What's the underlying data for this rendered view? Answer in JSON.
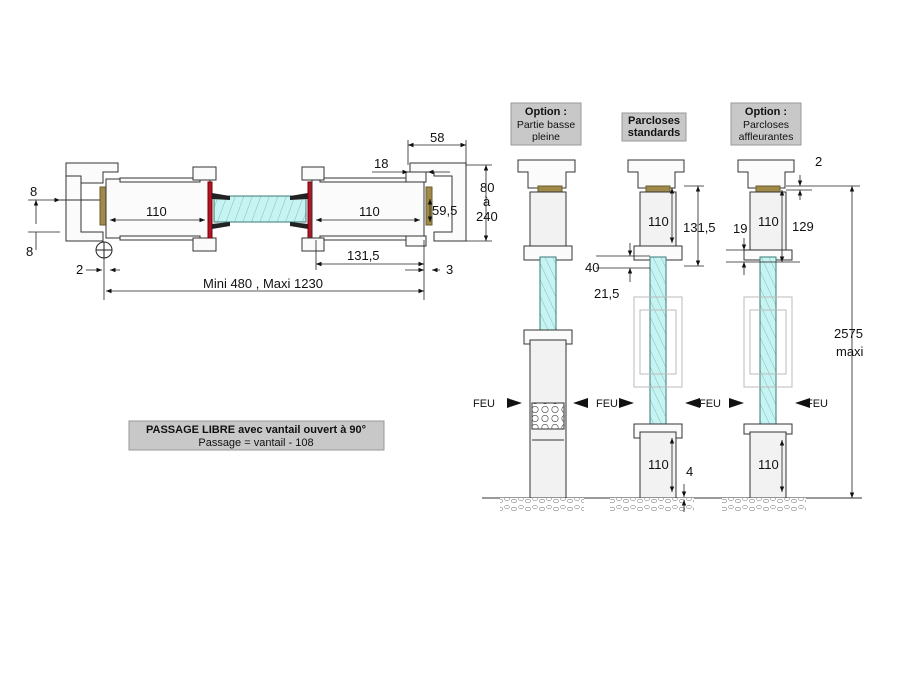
{
  "plan_dims": {
    "d58": "58",
    "d18": "18",
    "d80": "80",
    "a": "à",
    "d240": "240",
    "d8a": "8",
    "d8b": "8",
    "d110a": "110",
    "d110b": "110",
    "d59": "59,5",
    "d131": "131,5",
    "d2": "2",
    "d3": "3",
    "range": "Mini 480 , Maxi 1230"
  },
  "passage": {
    "title": "PASSAGE LIBRE avec vantail ouvert à 90°",
    "formula": "Passage = vantail - 108"
  },
  "options": [
    {
      "title": "Option :",
      "lines": [
        "Partie basse",
        "pleine"
      ]
    },
    {
      "title": "Parcloses",
      "lines": [
        "standards"
      ]
    },
    {
      "title": "Option :",
      "lines": [
        "Parcloses",
        "affleurantes"
      ]
    }
  ],
  "section_dims": {
    "d110_s2_top": "110",
    "d131_s2": "131,5",
    "d40": "40",
    "d21": "21,5",
    "d110_s2_bot": "110",
    "d4": "4",
    "d2": "2",
    "d19": "19",
    "d110_s3_top": "110",
    "d129": "129",
    "d110_s3_bot": "110",
    "d2575": "2575",
    "maxi": "maxi"
  },
  "feu_labels": [
    "FEU",
    "FEU",
    "FEU",
    "FEU"
  ],
  "colors": {
    "glass": "#c5f4f2",
    "gasket": "#b0152a",
    "seal": "#a08a4a",
    "panel_fill": "#f2f2f2",
    "box_fill": "#c8c8c8"
  }
}
